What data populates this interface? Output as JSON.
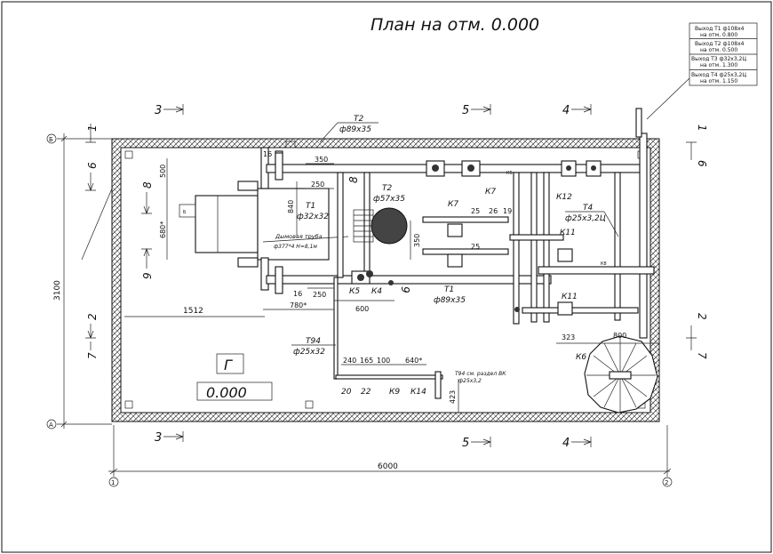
{
  "title": "План на отм. 0.000",
  "legend": [
    {
      "line1": "Выход Т1 ф108х4",
      "line2": "на отм. 0.800"
    },
    {
      "line1": "Выход Т2 ф108х4",
      "line2": "на отм. 0.500"
    },
    {
      "line1": "Выход Т3 ф32х3,2Ц",
      "line2": "на отм. 1.300"
    },
    {
      "line1": "Выход Т4 ф25х3,2Ц",
      "line2": "на отм. 1.150"
    }
  ],
  "grid": {
    "axis_1": "1",
    "axis_2": "2",
    "axis_B": "Б",
    "axis_A": "А"
  },
  "sections": {
    "s3": "3",
    "s5": "5",
    "s4": "4",
    "s1": "1",
    "s6": "6",
    "s8": "8",
    "s9": "9",
    "s2": "2",
    "s7": "7"
  },
  "dimensions": {
    "total_width": "6000",
    "total_height": "3100",
    "d1512": "1512",
    "d500": "500",
    "d680": "680*",
    "d350a": "350",
    "d250a": "250",
    "d840": "840",
    "d16a": "16",
    "d16b": "16",
    "d250b": "250",
    "d780": "780*",
    "d600": "600",
    "d350b": "350",
    "d25a": "25",
    "d26": "26",
    "d19": "19",
    "d25b": "25",
    "d323": "323",
    "d800": "800",
    "d240": "240",
    "d165": "165",
    "d100": "100",
    "d640": "640*",
    "d20": "20",
    "d22": "22",
    "d423": "423"
  },
  "pipes": {
    "t2_top_label": "Т2",
    "t2_top_size": "ф89х35",
    "t1_label": "Т1",
    "t1_size": "ф32х32",
    "t2_mid_label": "Т2",
    "t2_mid_size": "ф57х35",
    "t4_label": "Т4",
    "t4_size": "ф25х3,2Ц",
    "t1_bottom_label": "Т1",
    "t1_bottom_size": "ф89х35",
    "t94_label": "Т94",
    "t94_size": "ф25х32",
    "chimney_line1": "Дымовая труба",
    "chimney_line2": "ф377*4 Н=8,1м",
    "t94_note_line1": "Т94 см. раздел ВК",
    "t94_note_line2": "ф25х3,2",
    "k8": "К8",
    "k5_left": "К5"
  },
  "valves": {
    "k7a": "К7",
    "k7b": "К7",
    "k12": "К12",
    "k11a": "К11",
    "k11b": "К11",
    "k5": "К5",
    "k4": "К4",
    "k9": "К9",
    "k14": "К14",
    "k6": "К6"
  },
  "room": {
    "letter": "Г",
    "elevation": "0.000"
  }
}
